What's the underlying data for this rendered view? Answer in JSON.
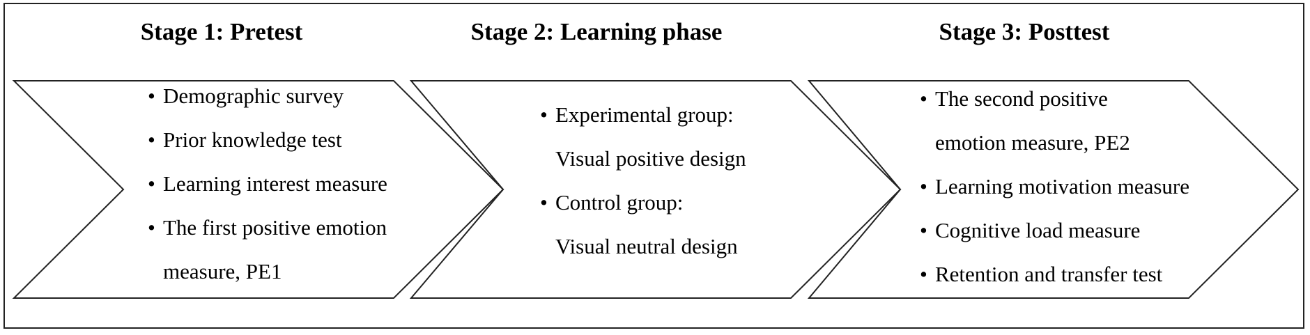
{
  "stages": [
    {
      "title": "Stage 1: Pretest",
      "items": [
        {
          "lines": [
            "Demographic survey"
          ]
        },
        {
          "lines": [
            "Prior knowledge test"
          ]
        },
        {
          "lines": [
            "Learning interest measure"
          ]
        },
        {
          "lines": [
            "The first positive emotion",
            "measure, PE1"
          ]
        }
      ]
    },
    {
      "title": "Stage 2: Learning phase",
      "items": [
        {
          "lines": [
            "Experimental group:",
            "Visual positive design"
          ]
        },
        {
          "lines": [
            "Control group:",
            "Visual neutral design"
          ]
        }
      ]
    },
    {
      "title": "Stage 3: Posttest",
      "items": [
        {
          "lines": [
            "The second positive",
            "emotion  measure, PE2"
          ]
        },
        {
          "lines": [
            "Learning motivation measure"
          ]
        },
        {
          "lines": [
            "Cognitive load measure"
          ]
        },
        {
          "lines": [
            "Retention and transfer test"
          ]
        }
      ]
    }
  ],
  "bullet_glyph": "•",
  "colors": {
    "stroke": "#222222",
    "text": "#000000",
    "background": "#ffffff"
  }
}
